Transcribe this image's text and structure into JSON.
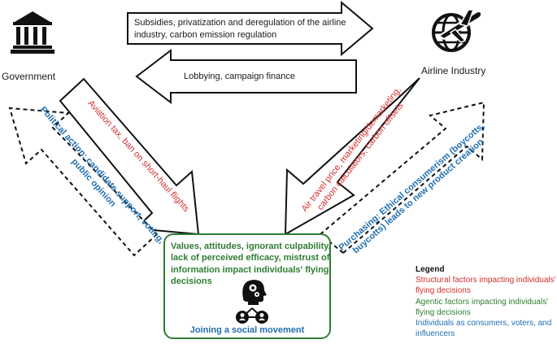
{
  "nodes": {
    "government": "Government",
    "airline": "Airline Industry"
  },
  "arrows": {
    "top_right_line1": "Subsidies, privatization and deregulation of the airline",
    "top_right_line2": "industry, carbon emission regulation",
    "lobbying": "Lobbying, campaign finance",
    "aviation_tax": "Aviation tax, ban on short-haul flights",
    "political_line1": "Political action: candidate support, voting,",
    "political_line2": "public opinion",
    "airtravel_line1": "Air travel price, marketing/demarketing,",
    "airtravel_line2": "carbon calculators, carbon offsets",
    "purchasing_line1": "Purchasing: Ethical consumerism (boycotts,",
    "purchasing_line2": "buycotts) leads to new product creation"
  },
  "center": {
    "text": "Values, attitudes, ignorant culpability, lack of perceived efficacy,  mistrust of information impact individuals' flying decisions",
    "social": "Joining a social movement"
  },
  "legend": {
    "title": "Legend",
    "structural": "Structural factors impacting individuals' flying decisions",
    "agentic": "Agentic factors impacting individuals' flying decisions",
    "individuals": "Individuals as consumers, voters, and influencers"
  },
  "colors": {
    "structural": "#d32f2f",
    "agentic": "#2e7d32",
    "individuals": "#1f6fb2",
    "outline": "#111111"
  },
  "icons": {
    "government": "government-building-icon",
    "airline": "globe-airplane-icon",
    "person": "head-gears-icon",
    "network": "people-network-icon"
  }
}
